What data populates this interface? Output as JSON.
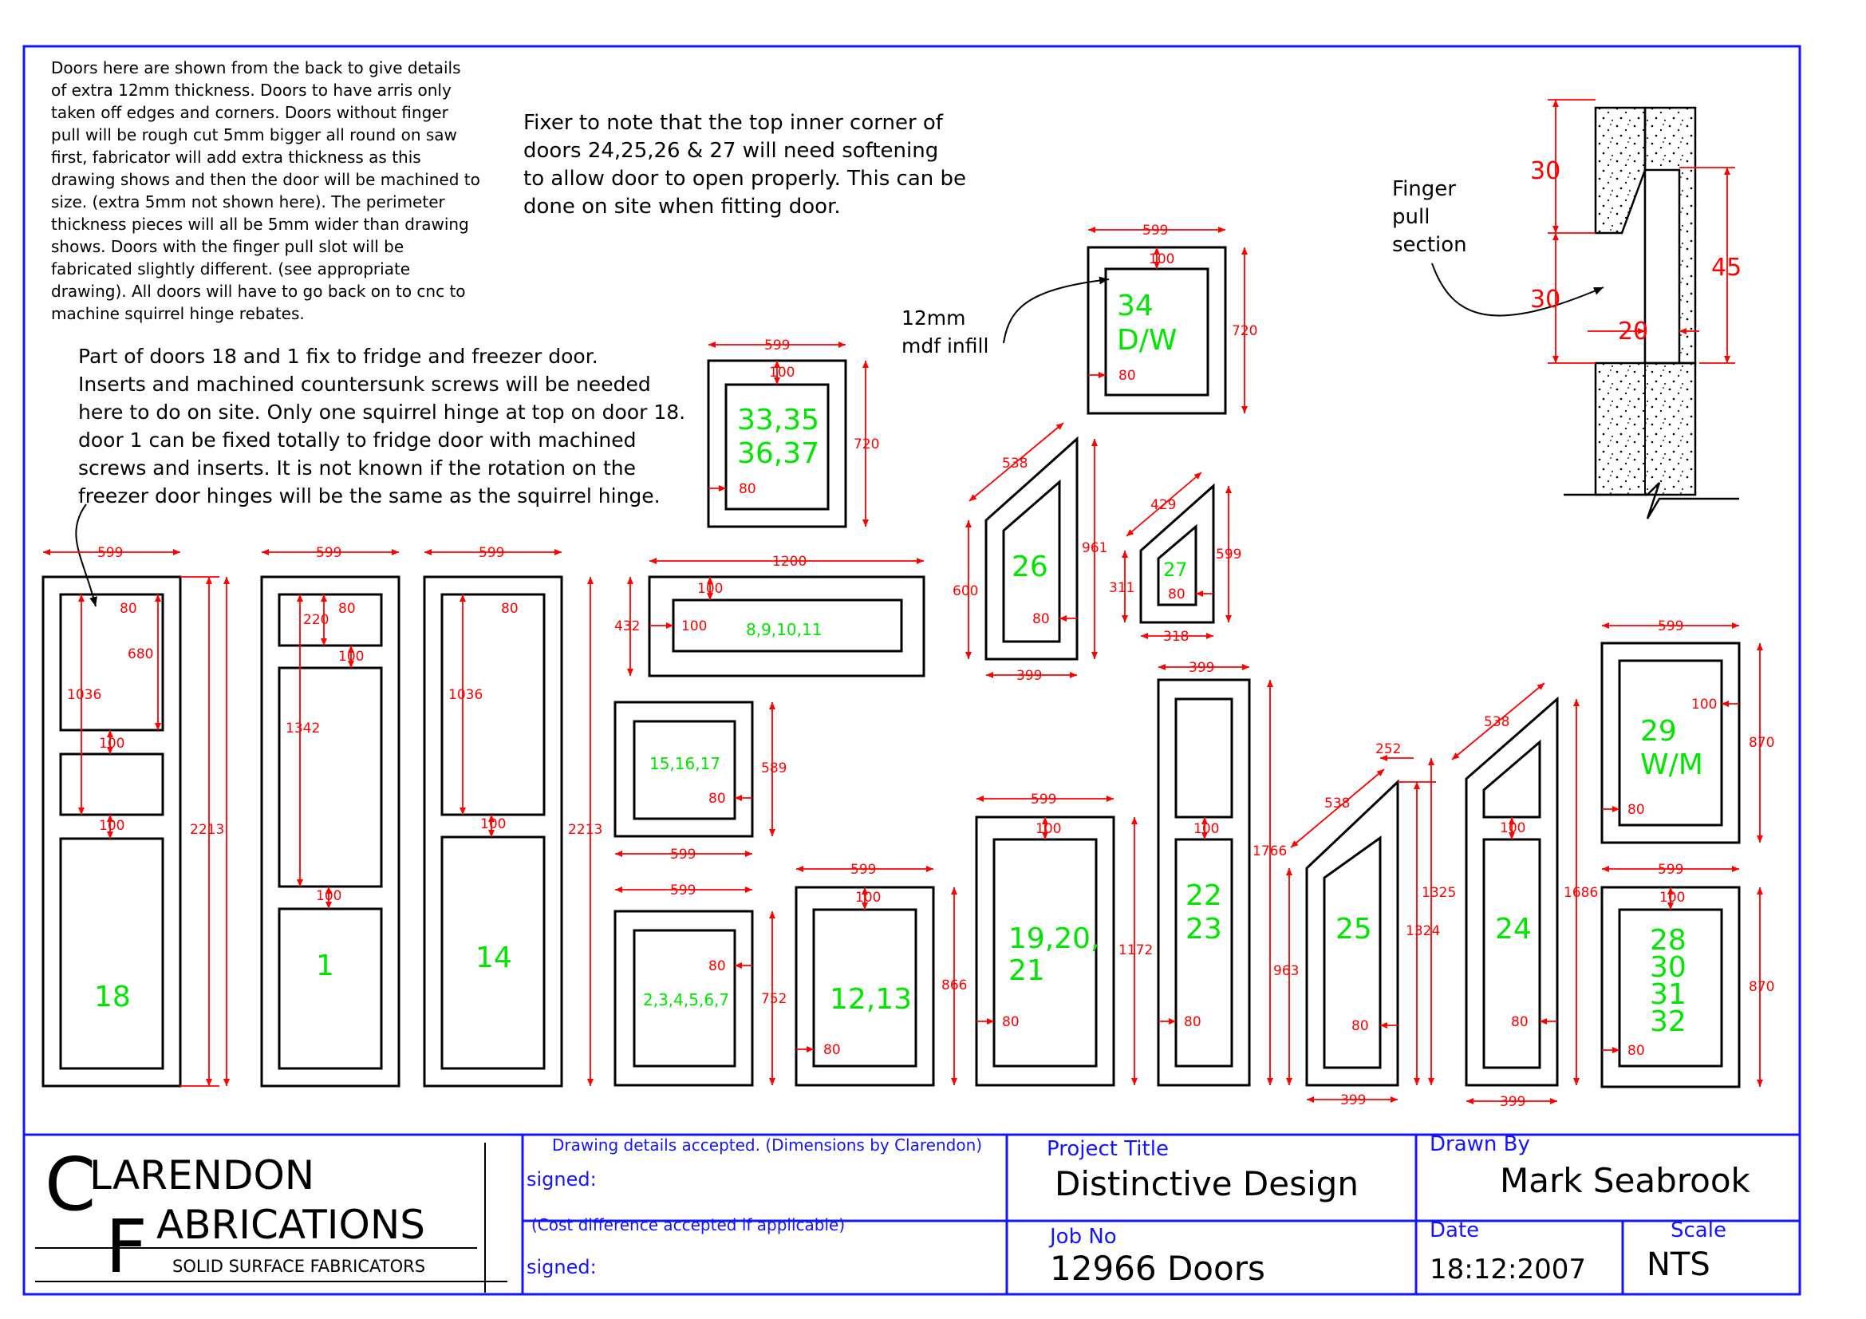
{
  "notes": {
    "back_view": [
      "Doors here are shown from the back to give details",
      "of extra 12mm thickness. Doors to have arris only",
      "taken off edges and corners. Doors without finger",
      "pull will be rough cut 5mm bigger all round on saw",
      "first, fabricator will add extra thickness as this",
      "drawing shows and then the door will be machined to",
      "size. (extra 5mm not shown here). The perimeter",
      "thickness pieces will all be 5mm wider than drawing",
      "shows. Doors with the finger pull slot will be",
      "fabricated slightly different. (see appropriate",
      "drawing). All doors will have to go back on to cnc to",
      "machine squirrel hinge rebates."
    ],
    "fixer": [
      "Fixer to note that the top inner corner of",
      "doors 24,25,26 & 27 will need softening",
      "to allow door to open properly. This can be",
      "done on site when fitting door."
    ],
    "fridge": [
      "Part of doors 18 and 1 fix to fridge and freezer door.",
      "Inserts and machined countersunk screws will be needed",
      "here to do on site. Only one squirrel hinge at top on door 18.",
      "door 1 can be fixed totally to fridge door with machined",
      "screws and inserts. It is not known if the rotation on the",
      "freezer door hinges will be the same as the squirrel hinge."
    ],
    "infill": [
      "12mm",
      "mdf infill"
    ],
    "finger": [
      "Finger",
      "pull",
      "section"
    ]
  },
  "finger_dims": {
    "d30a": "30",
    "d30b": "30",
    "d45": "45",
    "d20": "20"
  },
  "doors": {
    "d18": {
      "label": "18",
      "width": "599",
      "height": "2213",
      "d80": "80",
      "d680": "680",
      "d1036": "1036",
      "d100a": "100",
      "d100b": "100"
    },
    "d1": {
      "label": "1",
      "width": "599",
      "height": "2213",
      "d80": "80",
      "d220": "220",
      "d100a": "100",
      "d1342": "1342",
      "d100b": "100"
    },
    "d14": {
      "label": "14",
      "width": "599",
      "height": "2213",
      "d80": "80",
      "d1036": "1036",
      "d100": "100"
    },
    "d33": {
      "label1": "33,35",
      "label2": "36,37",
      "width": "599",
      "height": "720",
      "d100": "100",
      "d80": "80"
    },
    "d34": {
      "label1": "34",
      "label2": "D/W",
      "width": "599",
      "height": "720",
      "d100": "100",
      "d80": "80"
    },
    "d8": {
      "label": "8,9,10,11",
      "width": "1200",
      "height": "432",
      "d100a": "100",
      "d100b": "100"
    },
    "d15": {
      "label": "15,16,17",
      "width": "599",
      "height": "589",
      "d80": "80"
    },
    "d2": {
      "label": "2,3,4,5,6,7",
      "width": "599",
      "height": "752",
      "d80": "80"
    },
    "d12": {
      "label": "12,13",
      "width": "599",
      "height": "866",
      "d100": "100",
      "d80": "80"
    },
    "d19": {
      "label1": "19,20,",
      "label2": "21",
      "width": "599",
      "height": "1172",
      "d100": "100",
      "d80": "80"
    },
    "d22": {
      "label1": "22",
      "label2": "23",
      "width": "399",
      "height": "1766",
      "d100": "100",
      "d80": "80"
    },
    "d26": {
      "label": "26",
      "width": "399",
      "height": "961",
      "diag": "538",
      "left": "600",
      "d80": "80"
    },
    "d27": {
      "label": "27",
      "width": "318",
      "height": "599",
      "diag": "429",
      "left": "311",
      "d80": "80"
    },
    "d25": {
      "label": "25",
      "width": "399",
      "height": "1324",
      "diag": "538",
      "top": "252",
      "left": "963",
      "mid": "1325",
      "d80": "80"
    },
    "d24": {
      "label": "24",
      "width": "399",
      "height": "1686",
      "diag": "538",
      "d100": "100",
      "d80": "80"
    },
    "d29": {
      "label1": "29",
      "label2": "W/M",
      "width": "599",
      "height": "870",
      "d100": "100",
      "d80": "80"
    },
    "d28": {
      "label1": "28",
      "label2": "30",
      "label3": "31",
      "label4": "32",
      "width": "599",
      "height": "870",
      "d100": "100",
      "d80": "80"
    }
  },
  "title_block": {
    "logo_c": "C",
    "logo_top": "LARENDON",
    "logo_f": "F",
    "logo_bottom": "ABRICATIONS",
    "logo_sub": "SOLID SURFACE FABRICATORS",
    "accept1": "Drawing details accepted. (Dimensions by Clarendon)",
    "signed1": "signed:",
    "accept2": "(Cost difference accepted if applicable)",
    "signed2": "signed:",
    "project_label": "Project Title",
    "project_value": "Distinctive Design",
    "drawn_label": "Drawn By",
    "drawn_value": "Mark Seabrook",
    "job_label": "Job No",
    "job_value": "12966  Doors",
    "date_label": "Date",
    "date_value": "18:12:2007",
    "scale_label": "Scale",
    "scale_value": "NTS"
  },
  "colors": {
    "dimension": "#ff0000",
    "door_label": "#00e600",
    "title_text": "#1414ff",
    "frame": "#1414ff"
  }
}
